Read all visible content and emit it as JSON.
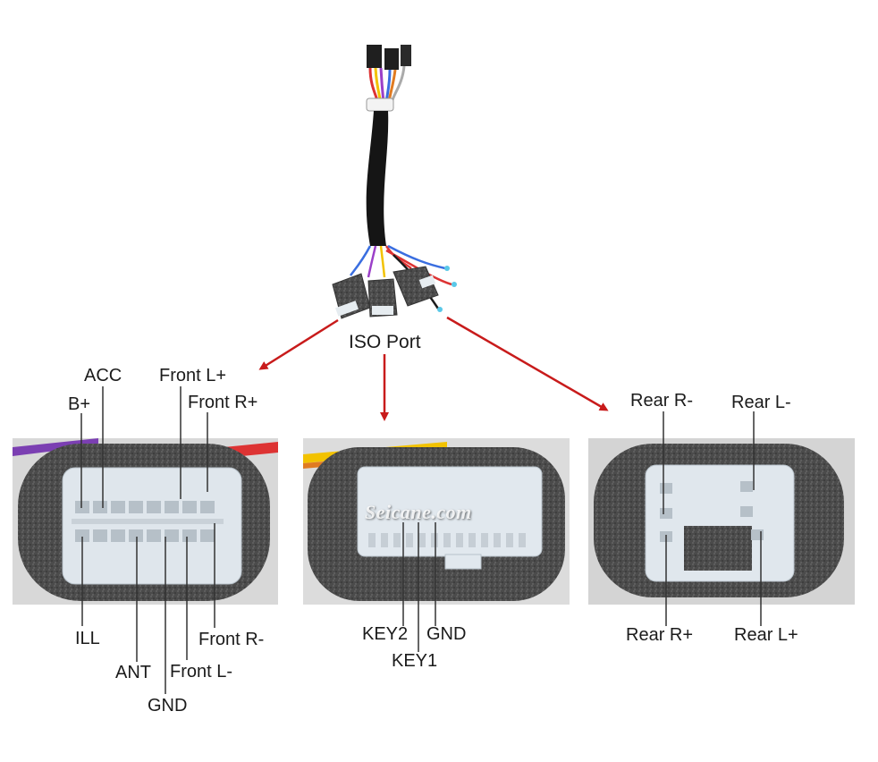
{
  "hub_label": "ISO Port",
  "watermark": "Seicane.com",
  "colors": {
    "arrow": "#c81b1b",
    "leader": "#333333",
    "foam": "#4a4a4a",
    "connector": "#dfe5ea",
    "cable": "#1a1a1a"
  },
  "panels": [
    {
      "id": "left",
      "labels": {
        "acc": "ACC",
        "b_plus": "B+",
        "front_l_plus": "Front L+",
        "front_r_plus": "Front R+",
        "ill": "ILL",
        "ant": "ANT",
        "gnd": "GND",
        "front_l_minus": "Front L-",
        "front_r_minus": "Front R-"
      }
    },
    {
      "id": "middle",
      "labels": {
        "key2": "KEY2",
        "gnd": "GND",
        "key1": "KEY1"
      }
    },
    {
      "id": "right",
      "labels": {
        "rear_r_minus": "Rear R-",
        "rear_l_minus": "Rear L-",
        "rear_r_plus": "Rear R+",
        "rear_l_plus": "Rear L+"
      }
    }
  ]
}
